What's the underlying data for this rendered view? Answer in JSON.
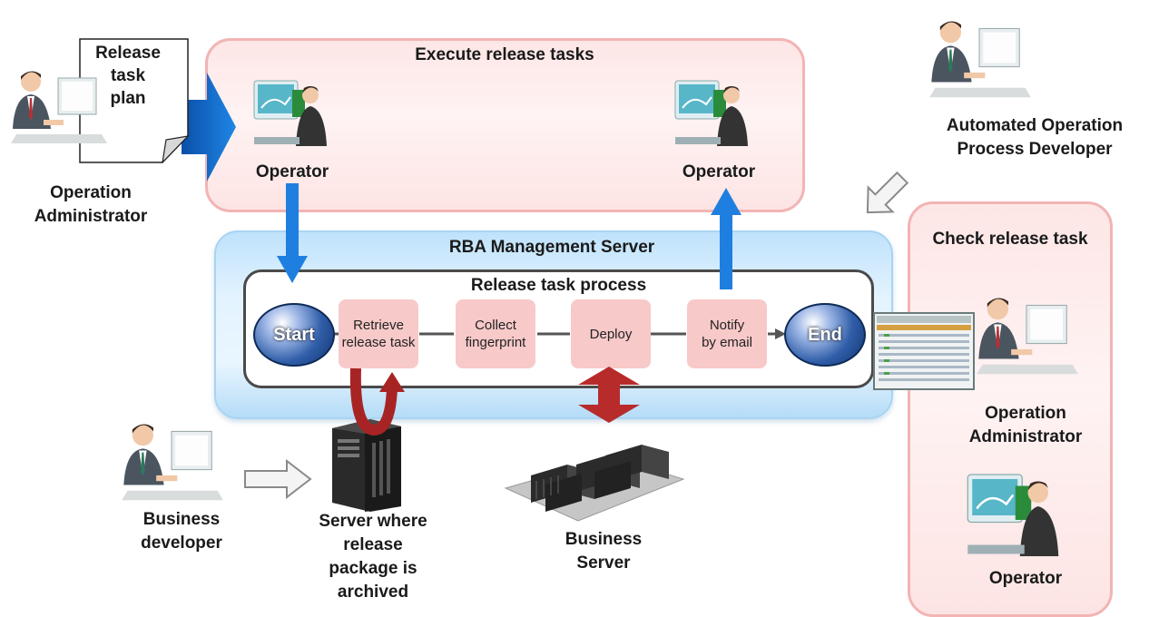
{
  "colors": {
    "pink_group_border": "#f2b4b4",
    "pink_group_fill": "#fde6e6",
    "server_fill": "#cfeafd",
    "step_fill": "#f8c9c9",
    "blue_arrow": "#1f7fe0",
    "dark_blue_arrow": "#0a5cb8",
    "red_arrow": "#b82b2b",
    "node_blue": "#2f5da8"
  },
  "top_left": {
    "document": {
      "lines": [
        "Release",
        "task",
        "plan"
      ]
    },
    "operation_admin": {
      "lines": [
        "Operation",
        "Administrator"
      ]
    }
  },
  "execute_group": {
    "title": "Execute release tasks",
    "operator_left": "Operator",
    "operator_right": "Operator"
  },
  "top_right": {
    "developer": {
      "lines": [
        "Automated Operation",
        "Process Developer"
      ]
    }
  },
  "server": {
    "title": "RBA Management Server",
    "process_title": "Release task process",
    "start": "Start",
    "end": "End",
    "steps": [
      {
        "lines": [
          "Retrieve",
          "release task"
        ]
      },
      {
        "lines": [
          "Collect",
          "fingerprint"
        ]
      },
      {
        "lines": [
          "Deploy"
        ]
      },
      {
        "lines": [
          "Notify",
          "by email"
        ]
      }
    ]
  },
  "check_group": {
    "title": "Check release task",
    "operation_admin": {
      "lines": [
        "Operation",
        "Administrator"
      ]
    },
    "operator": "Operator"
  },
  "bottom": {
    "business_developer": {
      "lines": [
        "Business",
        "developer"
      ]
    },
    "archive_server": {
      "lines": [
        "Server where",
        "release",
        "package is",
        "archived"
      ]
    },
    "business_server": {
      "lines": [
        "Business",
        "Server"
      ]
    }
  },
  "icons": {
    "person_desk": "person-at-desk-icon",
    "operator_monitor": "operator-monitor-icon",
    "document": "document-icon",
    "tower_server": "tower-server-icon",
    "rack_servers": "rack-servers-icon",
    "dashboard_screen": "dashboard-screen-icon"
  }
}
